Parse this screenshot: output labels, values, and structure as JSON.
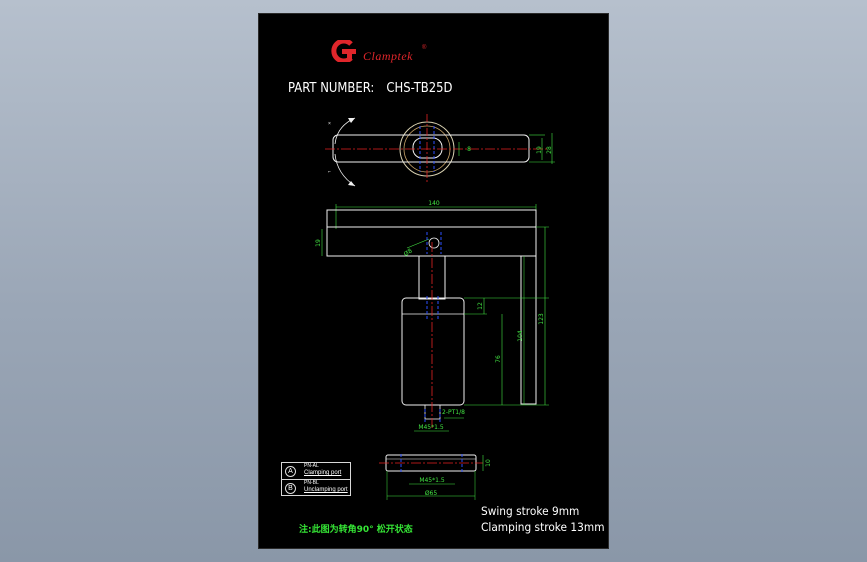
{
  "drawing": {
    "brand_name": "Clamptek",
    "brand_mark": "®",
    "part_number_label": "PART NUMBER:",
    "part_number_value": "CHS-TB25D",
    "swing_stroke": "Swing stroke 9mm",
    "clamping_stroke": "Clamping stroke 13mm",
    "note": "注:此图为转角90° 松开状态",
    "legend": [
      {
        "symbol": "A",
        "small": "PN-AL",
        "label": "Clamping port"
      },
      {
        "symbol": "B",
        "small": "PN-BL",
        "label": "Unclamping port"
      }
    ],
    "dimensions": {
      "width_19": "19",
      "width_28": "28",
      "hole_8": "8",
      "arm_length": "140",
      "side_19": "19",
      "pin_hole": "Ø8",
      "dim_12": "12",
      "dim_76": "76",
      "dim_104": "104",
      "dim_123": "123",
      "port": "2-PT1/8",
      "thread": "M45*1.5",
      "bottom_10": "10",
      "bottom_thread": "M45*1.5",
      "bottom_dia": "Ø65"
    },
    "colors": {
      "background": "#000000",
      "outline": "#f0f0f0",
      "dimension": "#42e442",
      "centerline": "#e32222",
      "hidden": "#2d50ff",
      "accent": "#e0262b"
    }
  }
}
